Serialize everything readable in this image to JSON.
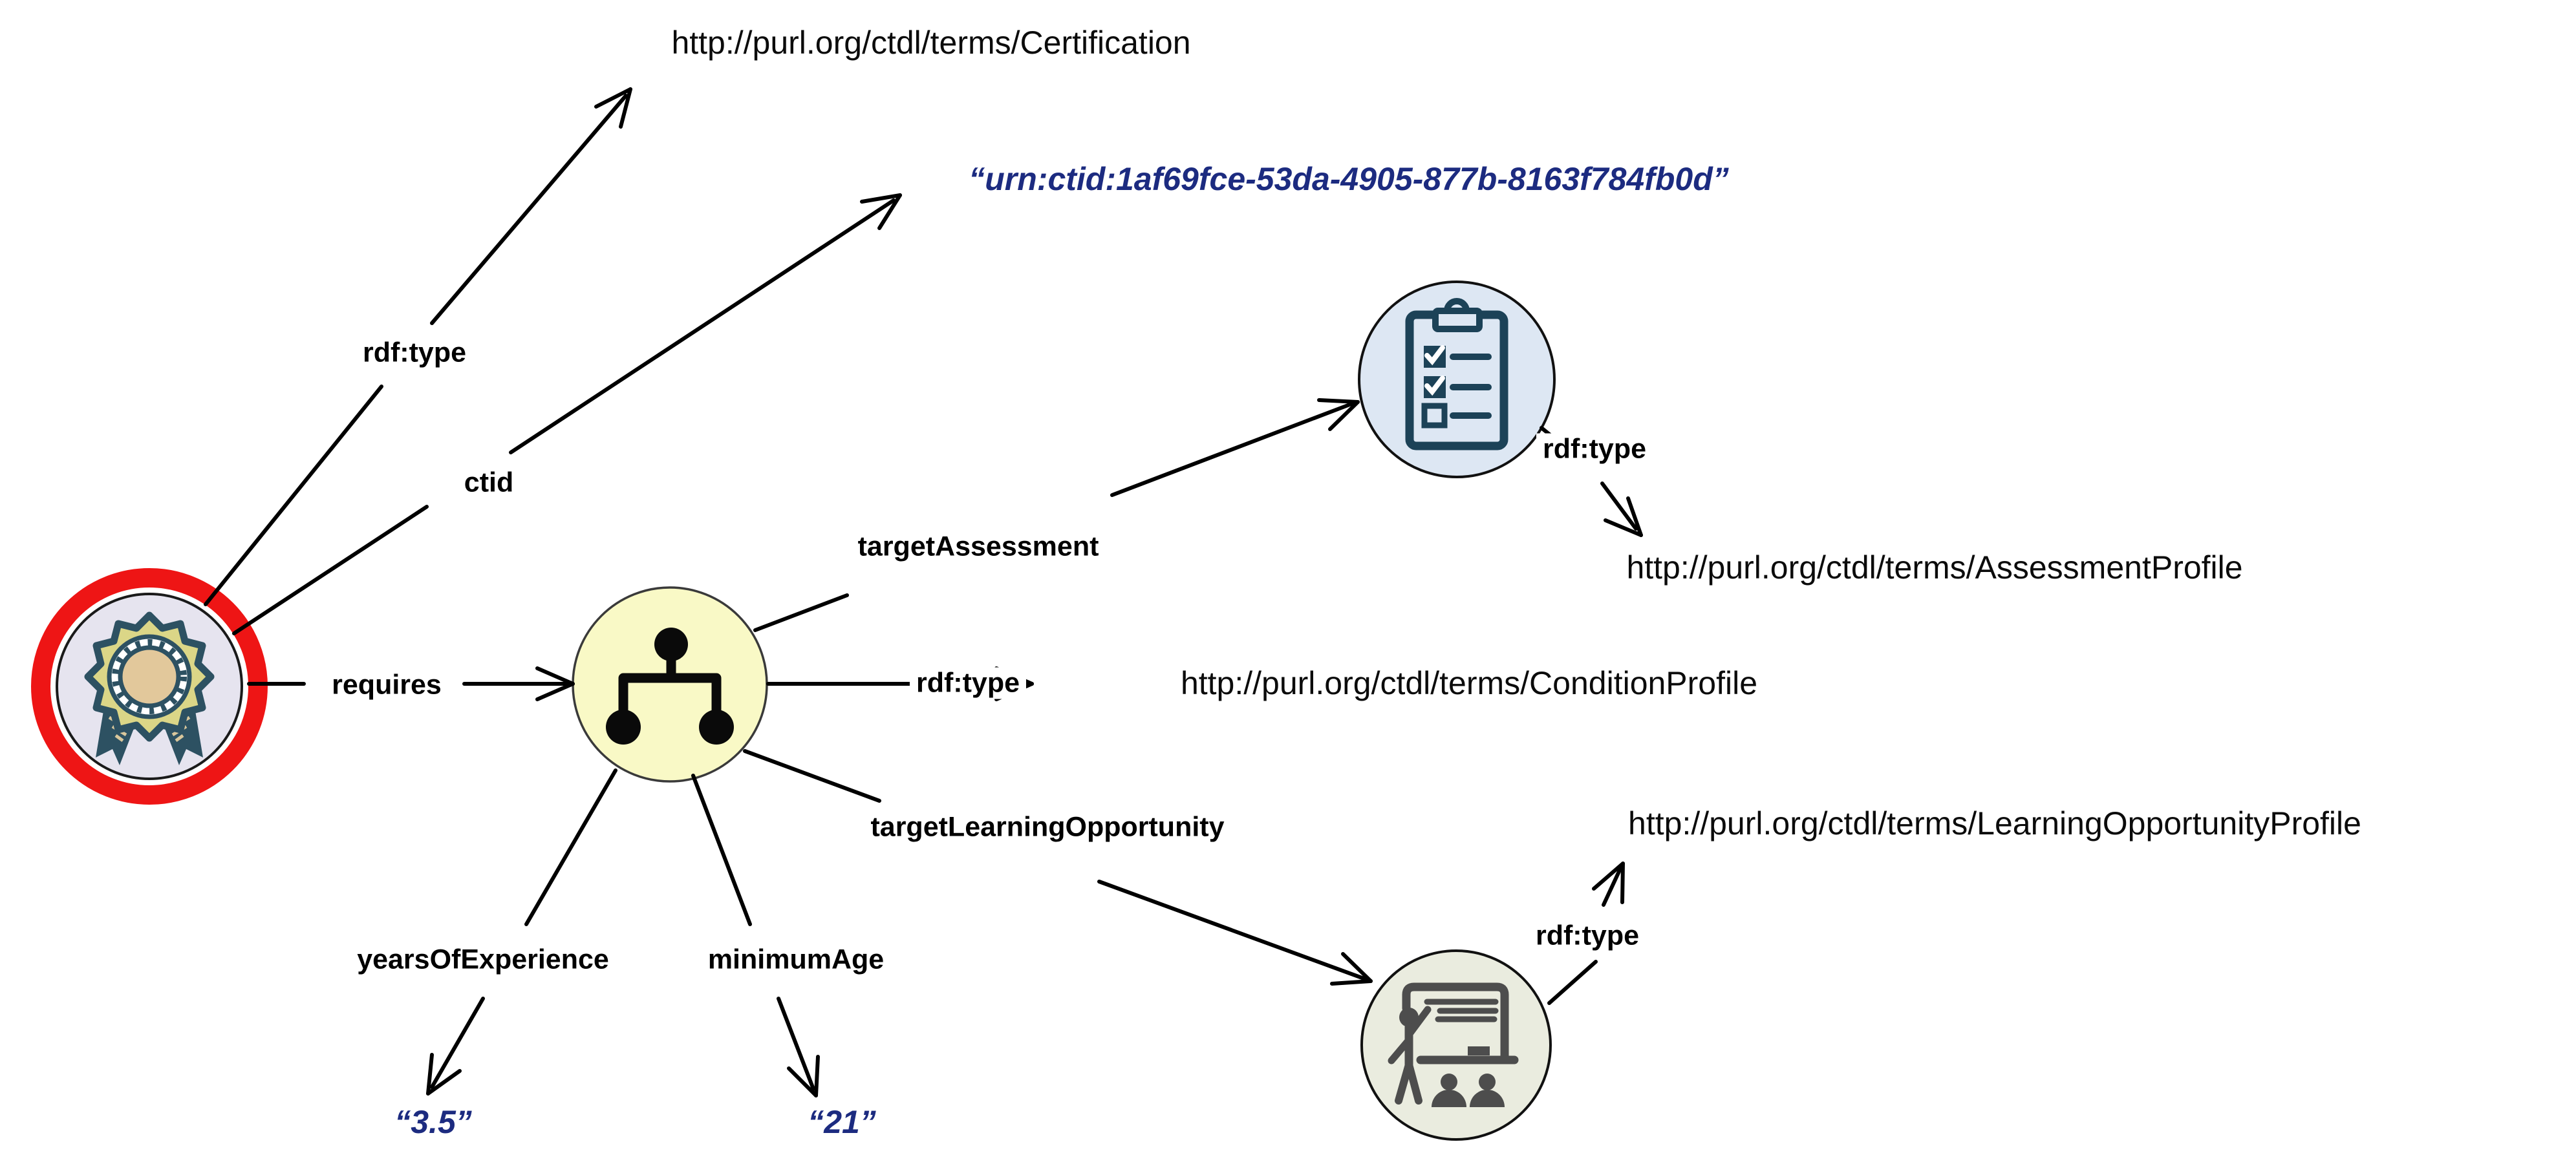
{
  "diagram_kind": "rdf-graph",
  "uris": {
    "certification": "http://purl.org/ctdl/terms/Certification",
    "assessment_profile": "http://purl.org/ctdl/terms/AssessmentProfile",
    "condition_profile": "http://purl.org/ctdl/terms/ConditionProfile",
    "learning_opportunity_profile": "http://purl.org/ctdl/terms/LearningOpportunityProfile"
  },
  "literals": {
    "ctid_value": "“urn:ctid:1af69fce-53da-4905-877b-8163f784fb0d”",
    "years_of_experience_value": "“3.5”",
    "minimum_age_value": "“21”"
  },
  "edge_labels": {
    "rdf_type_certification": "rdf:type",
    "ctid": "ctid",
    "requires": "requires",
    "target_assessment": "targetAssessment",
    "rdf_type_condition": "rdf:type",
    "target_learning_opportunity": "targetLearningOpportunity",
    "years_of_experience": "yearsOfExperience",
    "minimum_age": "minimumAge",
    "rdf_type_assessment": "rdf:type",
    "rdf_type_learning": "rdf:type"
  },
  "nodes": {
    "certification": {
      "icon": "award-ribbon-icon",
      "fill": "#e6e4ef",
      "highlight_ring": "#ee1515"
    },
    "condition_profile_bnode": {
      "icon": "org-chart-icon",
      "fill": "#f9f9c6"
    },
    "assessment_bnode": {
      "icon": "checklist-clipboard-icon",
      "fill": "#dde7f3"
    },
    "learning_opportunity_bnode": {
      "icon": "presentation-icon",
      "fill": "#eaecdf"
    }
  },
  "colors": {
    "edge_line": "#000000",
    "label_text": "#000000",
    "literal_text": "#1c2b80",
    "highlight_ring": "#ee1515",
    "clipboard_icon": "#1c4257",
    "presentation_icon": "#4d4d4d",
    "ribbon_icon_outline": "#2d5162",
    "rosette_fill": "#dbd687",
    "rosette_center": "#e2c89b"
  }
}
